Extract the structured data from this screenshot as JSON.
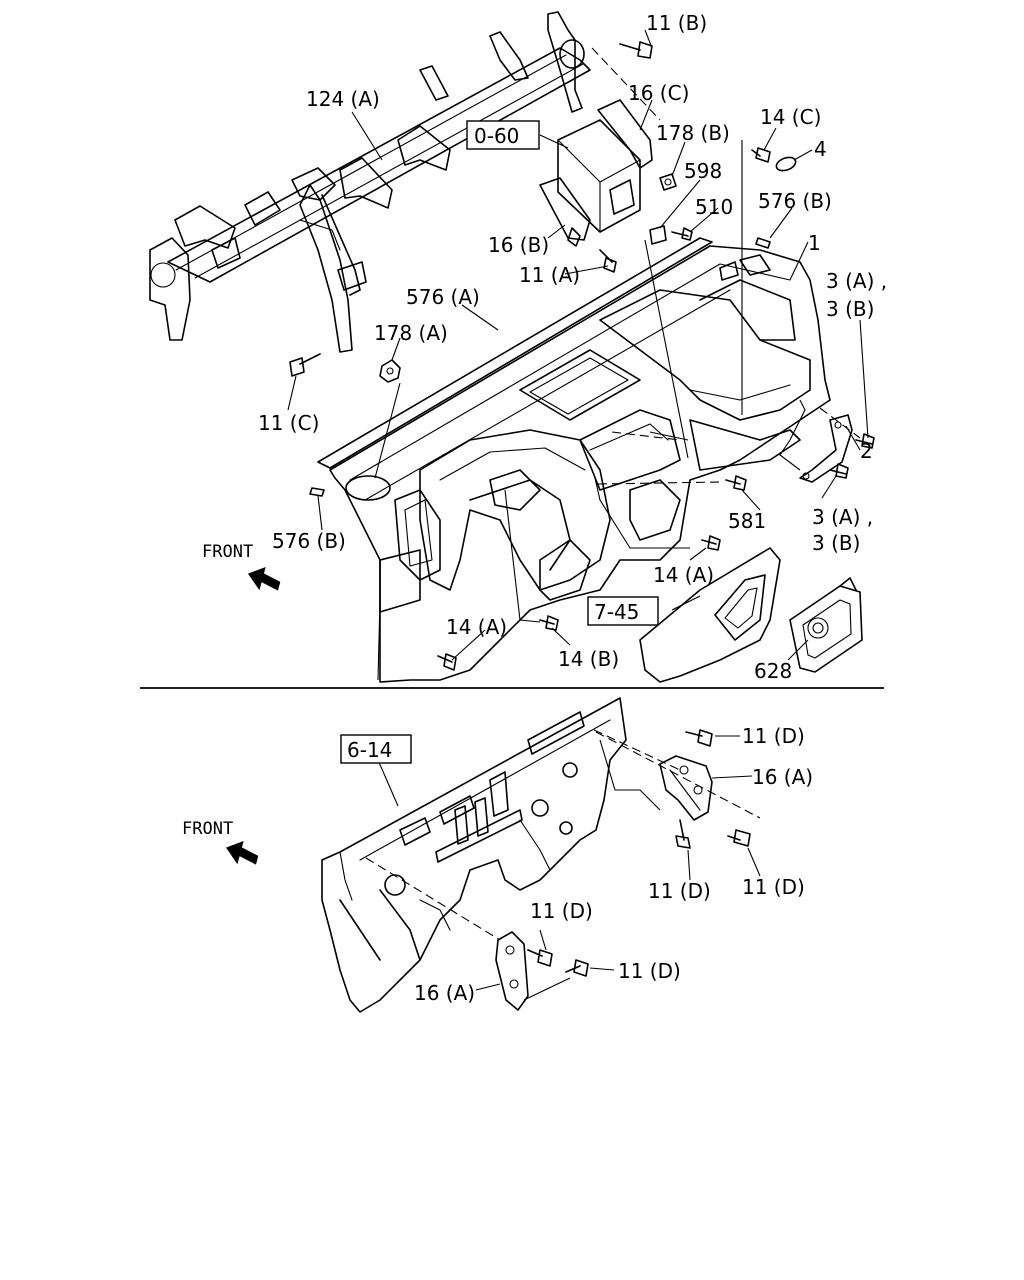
{
  "labels": {
    "l_11b": "11 (B)",
    "l_124a": "124 (A)",
    "l_16c": "16 (C)",
    "l_060": "0-60",
    "l_178b": "178 (B)",
    "l_14c": "14 (C)",
    "l_4": "4",
    "l_598": "598",
    "l_510": "510",
    "l_576b_top": "576 (B)",
    "l_1": "1",
    "l_16b": "16 (B)",
    "l_11a": "11 (A)",
    "l_576a": "576 (A)",
    "l_3ab_top_1": "3 (A) ,",
    "l_3ab_top_2": "3 (B)",
    "l_178a": "178 (A)",
    "l_11c": "11 (C)",
    "l_2": "2",
    "l_581": "581",
    "l_3ab_bot_1": "3 (A) ,",
    "l_3ab_bot_2": "3 (B)",
    "l_576b_left": "576 (B)",
    "l_front_top": "FRONT",
    "l_14a_mid": "14 (A)",
    "l_745": "7-45",
    "l_14a_low": "14 (A)",
    "l_14b": "14 (B)",
    "l_628": "628",
    "l_614": "6-14",
    "l_11d_1": "11 (D)",
    "l_16a_right": "16 (A)",
    "l_front_bot": "FRONT",
    "l_11d_2": "11 (D)",
    "l_11d_3": "11 (D)",
    "l_11d_4": "11 (D)",
    "l_11d_5": "11 (D)",
    "l_16a_left": "16 (A)"
  }
}
